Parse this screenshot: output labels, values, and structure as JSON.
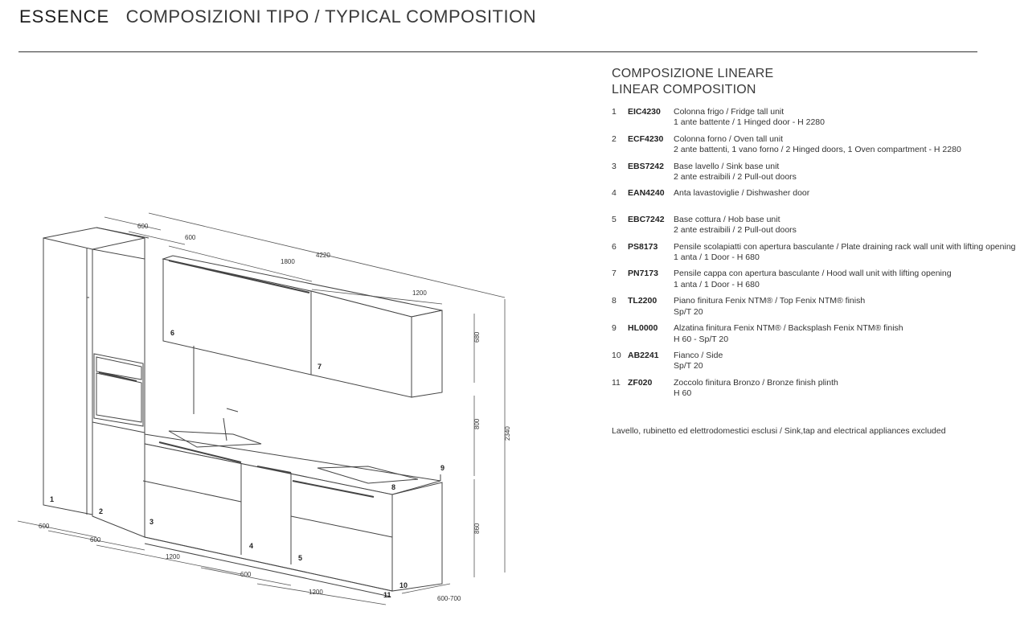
{
  "header": {
    "brand": "ESSENCE",
    "subtitle": "COMPOSIZIONI TIPO  / TYPICAL COMPOSITION"
  },
  "composition": {
    "title_it": "COMPOSIZIONE LINEARE",
    "title_en": "LINEAR COMPOSITION",
    "items": [
      {
        "num": "1",
        "code": "EIC4230",
        "line1": "Colonna frigo / Fridge tall unit",
        "line2": "1 ante battente / 1 Hinged door - H 2280"
      },
      {
        "num": "2",
        "code": "ECF4230",
        "line1": "Colonna forno / Oven tall unit",
        "line2": "2 ante battenti, 1 vano forno / 2 Hinged doors, 1 Oven compartment - H 2280"
      },
      {
        "num": "3",
        "code": "EBS7242",
        "line1": "Base lavello / Sink base unit",
        "line2": "2 ante estraibili / 2 Pull-out doors"
      },
      {
        "num": "4",
        "code": "EAN4240",
        "line1": "Anta lavastoviglie / Dishwasher door",
        "line2": ""
      },
      {
        "num": "5",
        "code": "EBC7242",
        "line1": "Base cottura / Hob base unit",
        "line2": "2 ante estraibili / 2 Pull-out doors"
      },
      {
        "num": "6",
        "code": "PS8173",
        "line1": "Pensile scolapiatti con apertura basculante / Plate draining rack wall unit with lifting opening",
        "line2": "1 anta / 1 Door - H 680"
      },
      {
        "num": "7",
        "code": "PN7173",
        "line1": "Pensile cappa con apertura basculante / Hood wall unit with lifting opening",
        "line2": "1 anta / 1 Door - H 680"
      },
      {
        "num": "8",
        "code": "TL2200",
        "line1": "Piano finitura Fenix NTM® / Top Fenix NTM® finish",
        "line2": "Sp/T 20"
      },
      {
        "num": "9",
        "code": "HL0000",
        "line1": "Alzatina finitura Fenix NTM® / Backsplash Fenix NTM® finish",
        "line2": "H 60 - Sp/T 20"
      },
      {
        "num": "10",
        "code": "AB2241",
        "line1": "Fianco / Side",
        "line2": "Sp/T 20"
      },
      {
        "num": "11",
        "code": "ZF020",
        "line1": "Zoccolo finitura Bronzo / Bronze finish plinth",
        "line2": "H 60"
      }
    ],
    "note": "Lavello, rubinetto ed elettrodomestici esclusi / Sink,tap and electrical appliances excluded"
  },
  "drawing": {
    "dimensions": {
      "top_600_a": "600",
      "top_600_b": "600",
      "top_1800": "1800",
      "top_4220": "4220",
      "top_1200": "1200",
      "right_680": "680",
      "right_800": "800",
      "right_2340": "2340",
      "right_860": "860",
      "bottom_600_a": "600",
      "bottom_600_b": "600",
      "bottom_1200_a": "1200",
      "bottom_600_c": "600",
      "bottom_1200_b": "1200",
      "bottom_depth": "600-700"
    },
    "callouts": {
      "n1": "1",
      "n2": "2",
      "n3": "3",
      "n4": "4",
      "n5": "5",
      "n6": "6",
      "n7": "7",
      "n8": "8",
      "n9": "9",
      "n10": "10",
      "n11": "11"
    }
  }
}
